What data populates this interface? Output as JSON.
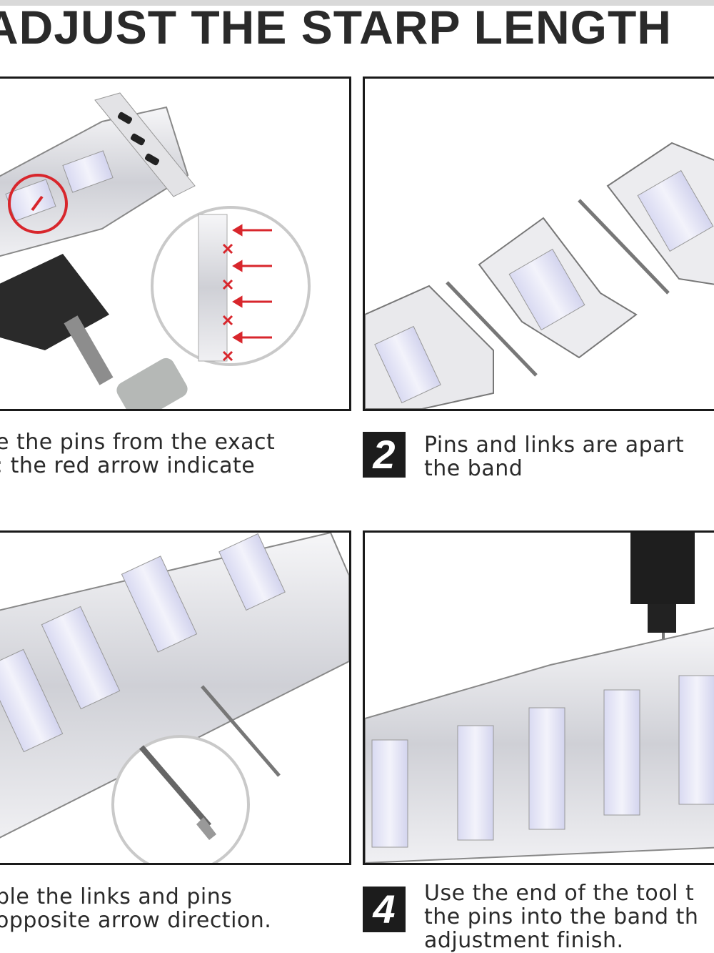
{
  "title": "ADJUST THE STARP LENGTH",
  "steps": [
    {
      "number": "",
      "lines": [
        "e the pins from the exact",
        "; the red arrow indicate"
      ]
    },
    {
      "number": "2",
      "lines": [
        "Pins and links are apart",
        "the band"
      ]
    },
    {
      "number": "",
      "lines": [
        "ble the links and pins",
        "opposite arrow direction."
      ]
    },
    {
      "number": "4",
      "lines": [
        "Use the end of the tool t",
        "the pins into the band th",
        "adjustment finish."
      ]
    }
  ],
  "colors": {
    "accent": "#d8262c",
    "metal": "#dcdde2",
    "ceramic": "#e6e7f5",
    "outline": "#1a1a1a"
  }
}
